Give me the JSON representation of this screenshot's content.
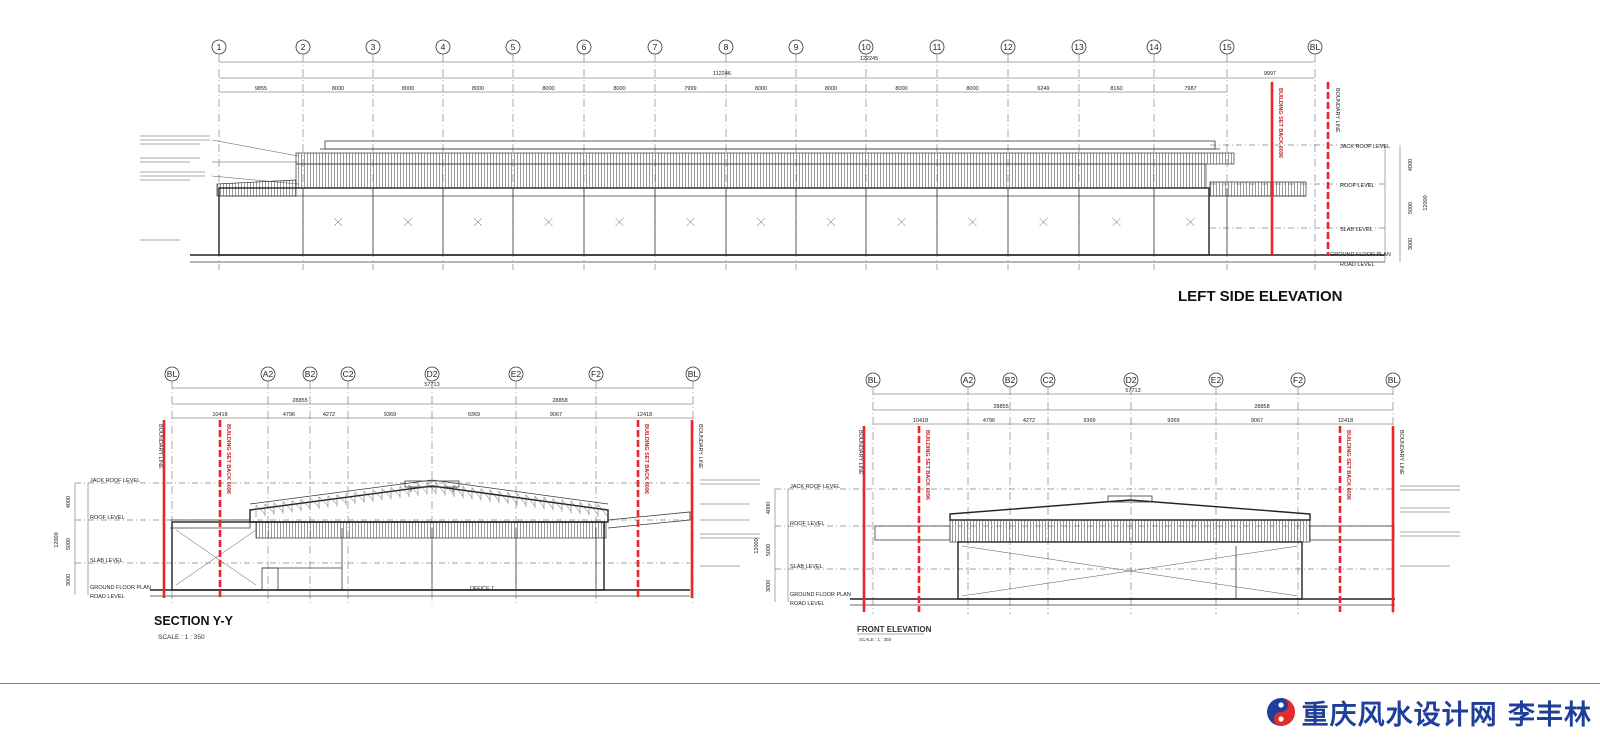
{
  "left_elevation": {
    "title": "LEFT SIDE ELEVATION",
    "grid_labels": [
      "1",
      "2",
      "3",
      "4",
      "5",
      "6",
      "7",
      "8",
      "9",
      "10",
      "11",
      "12",
      "13",
      "14",
      "15",
      "BL"
    ],
    "overall_dim": "122245",
    "sub_dim": "112246",
    "end_dim": "9997",
    "bay_dims": [
      "9855",
      "8000",
      "8000",
      "8000",
      "8000",
      "8000",
      "7999",
      "8000",
      "8000",
      "8000",
      "8000",
      "6249",
      "8160",
      "7987"
    ],
    "levels": [
      "JACK ROOF LEVEL",
      "ROOF LEVEL",
      "SLAB LEVEL",
      "GROUND FLOOR PLAN",
      "ROAD LEVEL"
    ],
    "vert_dims": [
      "4000",
      "5000",
      "3000",
      "12000"
    ],
    "setback_label": "BUILDING SET BACK 6096",
    "boundary_label": "BOUNDARY LINE"
  },
  "section": {
    "title": "SECTION Y-Y",
    "scale": "SCALE : 1 : 350",
    "grid_labels": [
      "BL",
      "A2",
      "B2",
      "C2",
      "D2",
      "E2",
      "F2",
      "BL"
    ],
    "overall_dim": "57713",
    "half_dims": [
      "28855",
      "28858"
    ],
    "bay_dims": [
      "10418",
      "4796",
      "4272",
      "9369",
      "9369",
      "9067",
      "12418"
    ],
    "levels": [
      "JACK ROOF LEVEL",
      "ROOF LEVEL",
      "SLAB LEVEL",
      "GROUND FLOOR PLAN",
      "ROAD LEVEL"
    ],
    "vert_dims": [
      "4000",
      "5000",
      "3000",
      "12000"
    ],
    "room_label": "OFFICE 1",
    "setback_label": "BUILDING SET BACK 6096",
    "boundary_label": "BOUNDARY LINE"
  },
  "front_elevation": {
    "title": "FRONT ELEVATION",
    "scale": "SCALE : 1 : 350",
    "grid_labels": [
      "BL",
      "A2",
      "B2",
      "C2",
      "D2",
      "E2",
      "F2",
      "BL"
    ],
    "overall_dim": "57713",
    "half_dims": [
      "28855",
      "28858"
    ],
    "bay_dims": [
      "10418",
      "4796",
      "4272",
      "9369",
      "9369",
      "9067",
      "12418"
    ],
    "levels": [
      "JACK ROOF LEVEL",
      "ROOF LEVEL",
      "SLAB LEVEL",
      "GROUND FLOOR PLAN",
      "ROAD LEVEL"
    ],
    "vert_dims": [
      "4000",
      "5000",
      "3000",
      "12000"
    ],
    "setback_label": "BUILDING SET BACK 6096",
    "boundary_label": "BOUNDARY LINE"
  },
  "brand": {
    "text": "重庆风水设计网 李丰林",
    "color": "#1f3f9a",
    "icon": "s-logo-icon"
  }
}
